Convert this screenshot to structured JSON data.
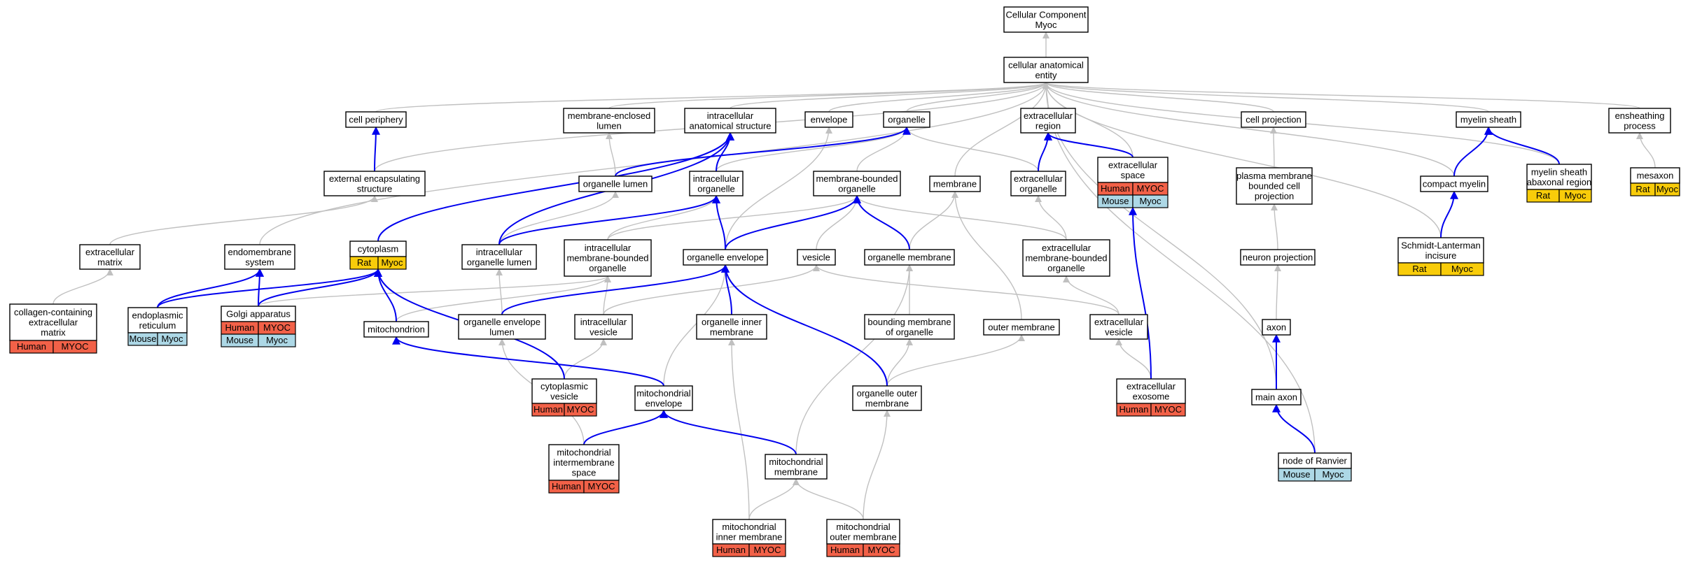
{
  "title": "Cellular Component Myoc",
  "colors": {
    "edge_is_a": "#c0c0c0",
    "edge_annotated": "#0000ee",
    "Human": "#f26148",
    "MYOC": "#f26148",
    "Rat": "#f8cc0a",
    "Myoc_rat": "#f8cc0a",
    "Mouse": "#add8e6",
    "Myoc_mouse": "#add8e6"
  },
  "nodes": [
    {
      "id": "root",
      "lines": [
        "Cellular Component",
        "Myoc"
      ]
    },
    {
      "id": "cae",
      "lines": [
        "cellular anatomical",
        "entity"
      ]
    },
    {
      "id": "cellper",
      "lines": [
        "cell periphery"
      ]
    },
    {
      "id": "mel",
      "lines": [
        "membrane-enclosed",
        "lumen"
      ]
    },
    {
      "id": "ias",
      "lines": [
        "intracellular",
        "anatomical structure"
      ]
    },
    {
      "id": "envelope",
      "lines": [
        "envelope"
      ]
    },
    {
      "id": "organelle",
      "lines": [
        "organelle"
      ]
    },
    {
      "id": "ecregion",
      "lines": [
        "extracellular",
        "region"
      ]
    },
    {
      "id": "cellproj",
      "lines": [
        "cell projection"
      ]
    },
    {
      "id": "myelin",
      "lines": [
        "myelin sheath"
      ]
    },
    {
      "id": "enshp",
      "lines": [
        "ensheathing",
        "process"
      ]
    },
    {
      "id": "ees",
      "lines": [
        "external encapsulating",
        "structure"
      ]
    },
    {
      "id": "orglumen",
      "lines": [
        "organelle lumen"
      ]
    },
    {
      "id": "icorg",
      "lines": [
        "intracellular",
        "organelle"
      ]
    },
    {
      "id": "mbo",
      "lines": [
        "membrane-bounded",
        "organelle"
      ]
    },
    {
      "id": "membrane",
      "lines": [
        "membrane"
      ]
    },
    {
      "id": "ecorg",
      "lines": [
        "extracellular",
        "organelle"
      ]
    },
    {
      "id": "ecspace",
      "lines": [
        "extracellular",
        "space"
      ],
      "tags": [
        [
          "Human",
          "MYOC"
        ],
        [
          "Mouse",
          "Myoc"
        ]
      ]
    },
    {
      "id": "pmbcp",
      "lines": [
        "plasma membrane",
        "bounded cell",
        "projection"
      ]
    },
    {
      "id": "compact",
      "lines": [
        "compact myelin"
      ]
    },
    {
      "id": "msar",
      "lines": [
        "myelin sheath",
        "abaxonal region"
      ],
      "tags": [
        [
          "Rat",
          "Myoc"
        ]
      ]
    },
    {
      "id": "mesaxon",
      "lines": [
        "mesaxon"
      ],
      "tags": [
        [
          "Rat",
          "Myoc"
        ]
      ]
    },
    {
      "id": "ecmatrix",
      "lines": [
        "extracellular",
        "matrix"
      ]
    },
    {
      "id": "endosys",
      "lines": [
        "endomembrane",
        "system"
      ]
    },
    {
      "id": "cytoplasm",
      "lines": [
        "cytoplasm"
      ],
      "tags": [
        [
          "Rat",
          "Myoc"
        ]
      ]
    },
    {
      "id": "icol",
      "lines": [
        "intracellular",
        "organelle lumen"
      ]
    },
    {
      "id": "icmbo",
      "lines": [
        "intracellular",
        "membrane-bounded",
        "organelle"
      ]
    },
    {
      "id": "orgenv",
      "lines": [
        "organelle envelope"
      ]
    },
    {
      "id": "vesicle",
      "lines": [
        "vesicle"
      ]
    },
    {
      "id": "orgmem",
      "lines": [
        "organelle membrane"
      ]
    },
    {
      "id": "ecmbo",
      "lines": [
        "extracellular",
        "membrane-bounded",
        "organelle"
      ]
    },
    {
      "id": "neuronproj",
      "lines": [
        "neuron projection"
      ]
    },
    {
      "id": "schmidt",
      "lines": [
        "Schmidt-Lanterman",
        "incisure"
      ],
      "tags": [
        [
          "Rat",
          "Myoc"
        ]
      ]
    },
    {
      "id": "collagen",
      "lines": [
        "collagen-containing",
        "extracellular",
        "matrix"
      ],
      "tags": [
        [
          "Human",
          "MYOC"
        ]
      ]
    },
    {
      "id": "er",
      "lines": [
        "endoplasmic",
        "reticulum"
      ],
      "tags": [
        [
          "Mouse",
          "Myoc"
        ]
      ]
    },
    {
      "id": "golgi",
      "lines": [
        "Golgi apparatus"
      ],
      "tags": [
        [
          "Human",
          "MYOC"
        ],
        [
          "Mouse",
          "Myoc"
        ]
      ]
    },
    {
      "id": "mito",
      "lines": [
        "mitochondrion"
      ]
    },
    {
      "id": "oel",
      "lines": [
        "organelle envelope",
        "lumen"
      ]
    },
    {
      "id": "icves",
      "lines": [
        "intracellular",
        "vesicle"
      ]
    },
    {
      "id": "oim",
      "lines": [
        "organelle inner",
        "membrane"
      ]
    },
    {
      "id": "bmo",
      "lines": [
        "bounding membrane",
        "of organelle"
      ]
    },
    {
      "id": "outermem",
      "lines": [
        "outer membrane"
      ]
    },
    {
      "id": "ecves",
      "lines": [
        "extracellular",
        "vesicle"
      ]
    },
    {
      "id": "axon",
      "lines": [
        "axon"
      ]
    },
    {
      "id": "cytves",
      "lines": [
        "cytoplasmic",
        "vesicle"
      ],
      "tags": [
        [
          "Human",
          "MYOC"
        ]
      ]
    },
    {
      "id": "mitoenv",
      "lines": [
        "mitochondrial",
        "envelope"
      ]
    },
    {
      "id": "oom",
      "lines": [
        "organelle outer",
        "membrane"
      ]
    },
    {
      "id": "exosome",
      "lines": [
        "extracellular",
        "exosome"
      ],
      "tags": [
        [
          "Human",
          "MYOC"
        ]
      ]
    },
    {
      "id": "mainaxon",
      "lines": [
        "main axon"
      ]
    },
    {
      "id": "mis",
      "lines": [
        "mitochondrial",
        "intermembrane",
        "space"
      ],
      "tags": [
        [
          "Human",
          "MYOC"
        ]
      ]
    },
    {
      "id": "mitomem",
      "lines": [
        "mitochondrial",
        "membrane"
      ]
    },
    {
      "id": "ranvier",
      "lines": [
        "node of Ranvier"
      ],
      "tags": [
        [
          "Mouse",
          "Myoc"
        ]
      ]
    },
    {
      "id": "mim",
      "lines": [
        "mitochondrial",
        "inner membrane"
      ],
      "tags": [
        [
          "Human",
          "MYOC"
        ]
      ]
    },
    {
      "id": "mom",
      "lines": [
        "mitochondrial",
        "outer membrane"
      ],
      "tags": [
        [
          "Human",
          "MYOC"
        ]
      ]
    }
  ]
}
